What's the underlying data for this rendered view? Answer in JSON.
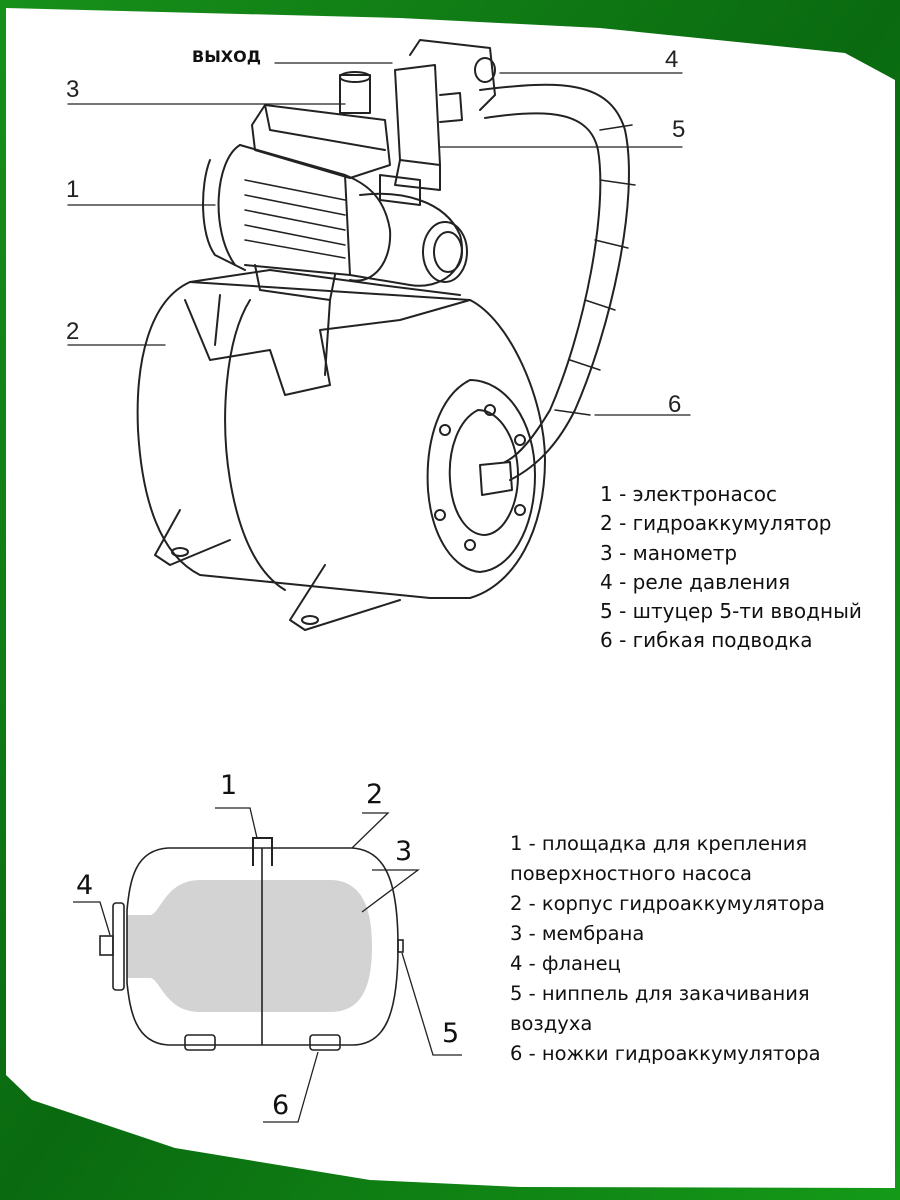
{
  "top_diagram": {
    "outlet_label": "ВЫХОД",
    "callouts": [
      "1",
      "2",
      "3",
      "4",
      "5",
      "6"
    ],
    "legend": [
      "1 - электронасос",
      "2 - гидроаккумулятор",
      "3 - манометр",
      "4 - реле давления",
      "5 - штуцер 5-ти вводный",
      "6 - гибкая подводка"
    ]
  },
  "bottom_diagram": {
    "callouts": [
      "1",
      "2",
      "3",
      "4",
      "5",
      "6"
    ],
    "legend": [
      "1 - площадка для крепления",
      "поверхностного насоса",
      "2 - корпус гидроаккумулятора",
      "3 - мембрана",
      "4 - фланец",
      "5 - ниппель для закачивания",
      "воздуха",
      "6 - ножки гидроаккумулятора"
    ]
  },
  "colors": {
    "border": "#0d7a12",
    "membrane": "#d3d3d3",
    "ink": "#222222"
  }
}
